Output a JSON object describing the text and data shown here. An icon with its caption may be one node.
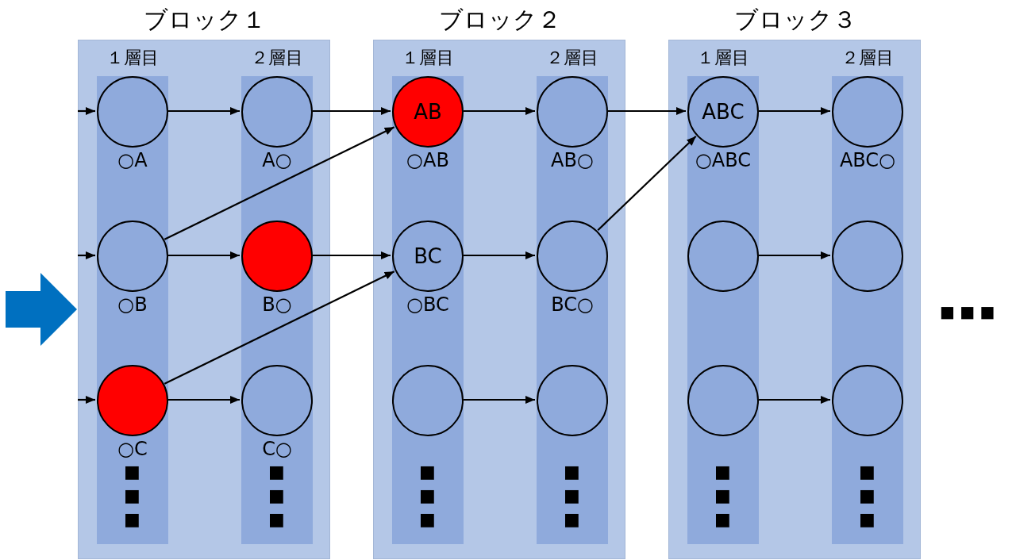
{
  "diagram": {
    "nodes": [
      {
        "text": [
          "ブロック１"
        ]
      },
      {
        "text": [
          "１層目"
        ],
        "in": 0
      },
      {
        "text": [],
        "shape": "circle",
        "beside": [
          "○A"
        ],
        "in": 1
      },
      {
        "text": [],
        "shape": "circle",
        "beside": [
          "○B"
        ],
        "in": 1
      },
      {
        "text": [],
        "shape": "circle",
        "beside": [
          "○C"
        ],
        "in": 1
      },
      {
        "text": [
          "２層目"
        ],
        "in": 0
      },
      {
        "text": [],
        "shape": "circle",
        "beside": [
          "A○"
        ],
        "in": 5
      },
      {
        "text": [],
        "shape": "circle",
        "beside": [
          "B○"
        ],
        "in": 5
      },
      {
        "text": [],
        "shape": "circle",
        "beside": [
          "C○"
        ],
        "in": 5
      },
      {
        "text": [
          "ブロック２"
        ]
      },
      {
        "text": [
          "１層目"
        ],
        "in": 9
      },
      {
        "text": [
          "AB"
        ],
        "beside": [
          "○AB"
        ],
        "in": 10
      },
      {
        "text": [
          "BC"
        ],
        "beside": [
          "○BC"
        ],
        "in": 10
      },
      {
        "text": [],
        "shape": "circle",
        "in": 10
      },
      {
        "text": [
          "２層目"
        ],
        "in": 9
      },
      {
        "text": [],
        "shape": "circle",
        "beside": [
          "AB○"
        ],
        "in": 14
      },
      {
        "text": [],
        "shape": "circle",
        "beside": [
          "BC○"
        ],
        "in": 14
      },
      {
        "text": [],
        "shape": "circle",
        "in": 14
      },
      {
        "text": [
          "ブロック３"
        ]
      },
      {
        "text": [
          "１層目"
        ],
        "in": 18
      },
      {
        "text": [
          "ABC"
        ],
        "beside": [
          "○ABC"
        ],
        "in": 19
      },
      {
        "text": [],
        "shape": "circle",
        "in": 19
      },
      {
        "text": [],
        "shape": "circle",
        "in": 19
      },
      {
        "text": [
          "２層目"
        ],
        "in": 18
      },
      {
        "text": [],
        "shape": "circle",
        "beside": [
          "ABC○"
        ],
        "in": 23
      },
      {
        "text": [],
        "shape": "circle",
        "in": 23
      },
      {
        "text": [],
        "shape": "circle",
        "in": 23
      }
    ],
    "edges": [
      {
        "from": null,
        "to": 0,
        "arrow": "to",
        "style": "thick",
        "color": "#0070c0"
      },
      {
        "from": null,
        "to": 2,
        "arrow": "to"
      },
      {
        "from": null,
        "to": 3,
        "arrow": "to"
      },
      {
        "from": null,
        "to": 4,
        "arrow": "to"
      },
      {
        "from": 2,
        "to": 6,
        "arrow": "to"
      },
      {
        "from": 3,
        "to": 7,
        "arrow": "to"
      },
      {
        "from": 4,
        "to": 8,
        "arrow": "to"
      },
      {
        "from": 3,
        "to": 11,
        "arrow": "to"
      },
      {
        "from": 6,
        "to": 11,
        "arrow": "to"
      },
      {
        "from": 7,
        "to": 12,
        "arrow": "to"
      },
      {
        "from": 4,
        "to": 12,
        "arrow": "to"
      },
      {
        "from": 11,
        "to": 15,
        "arrow": "to"
      },
      {
        "from": 12,
        "to": 16,
        "arrow": "to"
      },
      {
        "from": 13,
        "to": 17,
        "arrow": "to"
      },
      {
        "from": 15,
        "to": 20,
        "arrow": "to"
      },
      {
        "from": 16,
        "to": 20,
        "arrow": "to"
      },
      {
        "from": 20,
        "to": 24,
        "arrow": "to"
      },
      {
        "from": 21,
        "to": 25,
        "arrow": "to"
      },
      {
        "from": 22,
        "to": 26,
        "arrow": "to"
      }
    ],
    "labels": [
      "■ ■ ■",
      "■ ■ ■",
      "■ ■ ■",
      "■ ■ ■",
      "■ ■ ■",
      "■ ■ ■",
      "■ ■ ■"
    ]
  }
}
